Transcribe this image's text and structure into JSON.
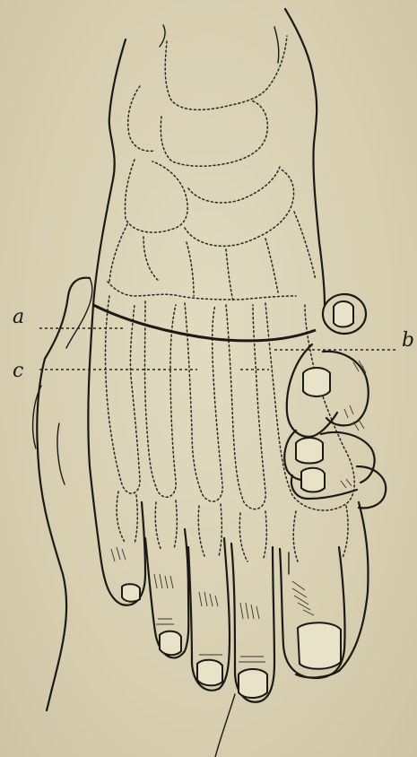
{
  "figure": {
    "labels": {
      "a": "a",
      "b": "b",
      "c": "c"
    },
    "colors": {
      "paper": "#d9d1b4",
      "ink": "#1c1a16"
    }
  }
}
